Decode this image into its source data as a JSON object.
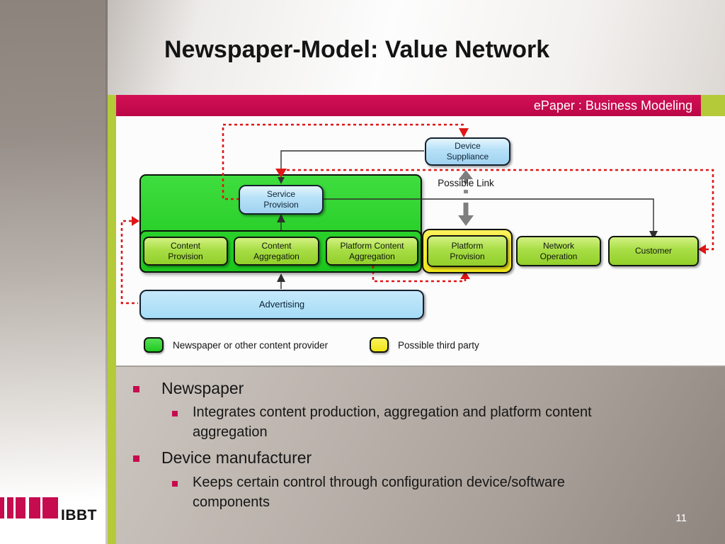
{
  "slide": {
    "title": "Newspaper-Model: Value Network",
    "banner": "ePaper : Business Modeling",
    "page_number": "11",
    "logo_text": "IBBT"
  },
  "diagram": {
    "boxes": {
      "device_suppliance": "Device Suppliance",
      "service_provision": "Service Provision",
      "content_provision": "Content Provision",
      "content_aggregation": "Content Aggregation",
      "platform_content_aggregation": "Platform Content Aggregation",
      "platform_provision": "Platform Provision",
      "network_operation": "Network Operation",
      "customer": "Customer",
      "advertising": "Advertising"
    },
    "labels": {
      "possible_link": "Possible Link"
    },
    "legend": {
      "green_label": "Newspaper or other content provider",
      "yellow_label": "Possible third party"
    },
    "colors": {
      "crimson": "#c60b4e",
      "lime": "#b4ca39",
      "bright_green": "#28d128",
      "box_yellow_green": "#a8de45",
      "box_blue": "#aedcf6",
      "yellow": "#f3ea2e",
      "dashed_red": "#e01616",
      "gray_arrow": "#7e7e7e"
    }
  },
  "bullets": [
    {
      "level": 1,
      "text": "Newspaper"
    },
    {
      "level": 2,
      "text": "Integrates content production, aggregation and platform content aggregation"
    },
    {
      "level": 1,
      "text": "Device manufacturer"
    },
    {
      "level": 2,
      "text": "Keeps certain control through configuration device/software components"
    }
  ]
}
